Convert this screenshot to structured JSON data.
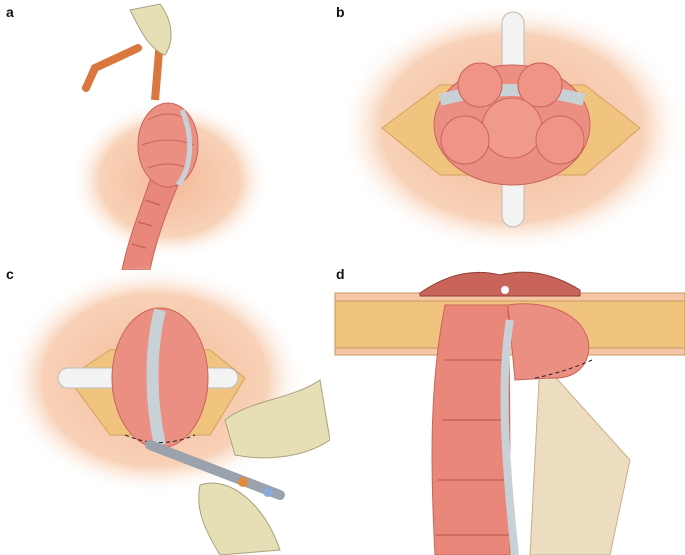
{
  "panels": [
    {
      "label": "a"
    },
    {
      "label": "b"
    },
    {
      "label": "c"
    },
    {
      "label": "d"
    }
  ],
  "colors": {
    "skin": "#f6c7a6",
    "skin_edge": "#fbe3d1",
    "bowel": "#e9877a",
    "bowel_dark": "#c9645a",
    "mesentery": "#c8d2d6",
    "fat": "#f0c47e",
    "rod": "#f3f3f3",
    "glove": "#e6dfb6"
  }
}
